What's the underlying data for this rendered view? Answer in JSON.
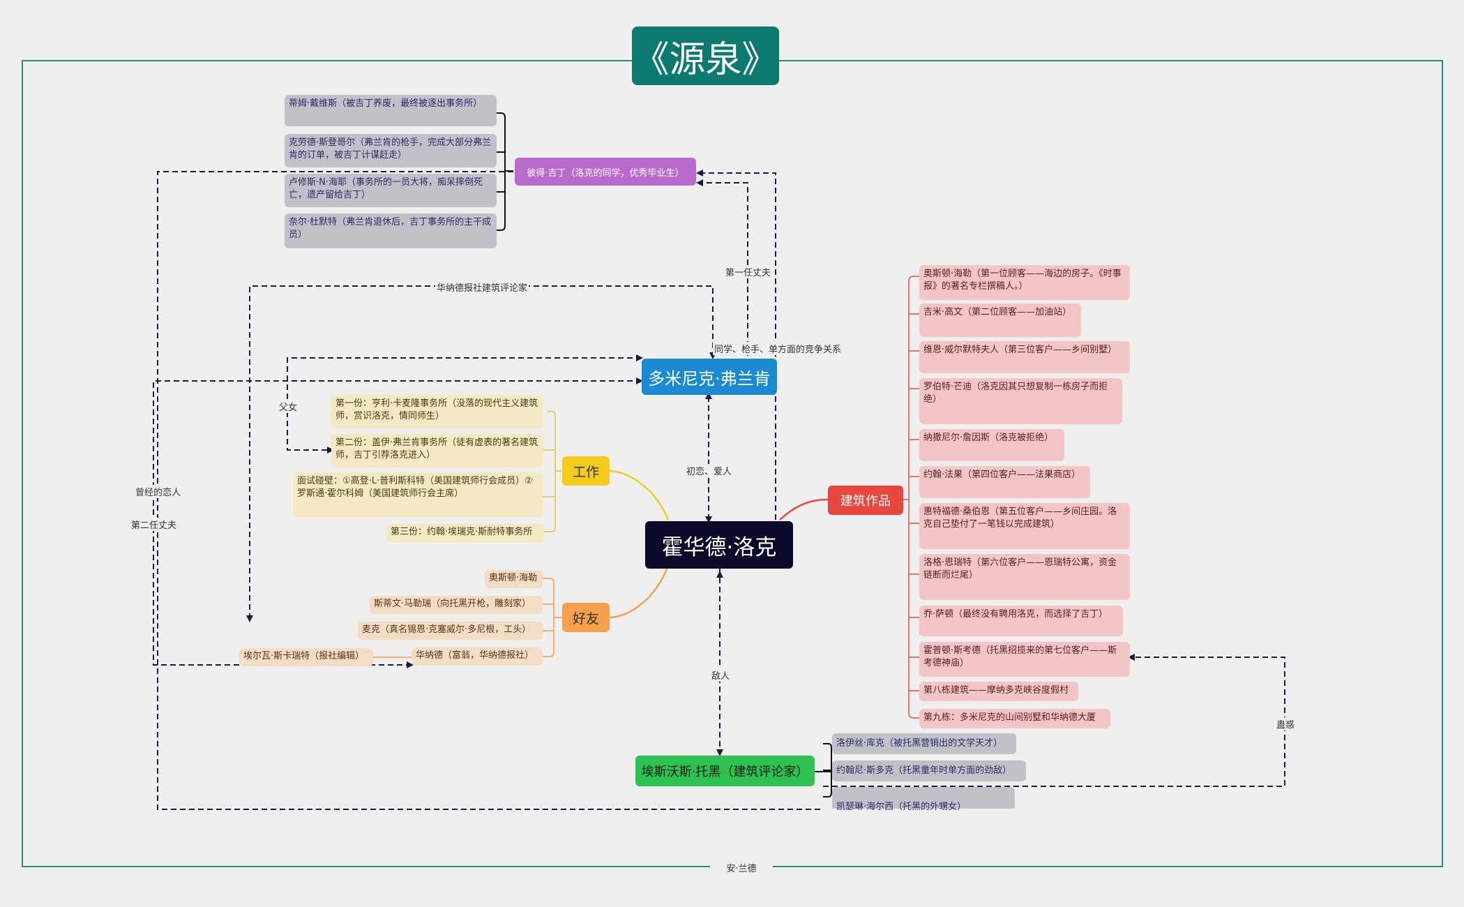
{
  "title": "《源泉》",
  "author": "安·兰德",
  "center": "霍华德·洛克",
  "dominique": "多米尼克·弗兰肯",
  "peter": "彼得·吉丁（洛克的同学，优秀毕业生）",
  "toohey": "埃斯沃斯·托黑（建筑评论家）",
  "branches": {
    "work": "工作",
    "friends": "好友",
    "works": "建筑作品"
  },
  "peter_items": [
    "蒂姆·戴维斯（被吉丁养废，最终被逐出事务所）",
    "克劳德·斯登哥尔（弗兰肯的枪手，完成大部分弗兰肯的订单，被吉丁计谋赶走）",
    "卢修斯·N·海耶（事务所的一员大将，痴呆摔倒死亡，遗产留给吉丁）",
    "奈尔·杜默特（弗兰肯退休后，吉丁事务所的主干成员）"
  ],
  "work_items": [
    "第一份：亨利·卡麦隆事务所（没落的现代主义建筑师，赏识洛克，情同师生）",
    "第二份：盖伊·弗兰肯事务所（徒有虚表的著名建筑师，吉丁引荐洛克进入）",
    "面试碰壁：①高登·L·普利斯科特（美国建筑师行会成员）②罗斯通·霍尔科姆（美国建筑师行会主席）",
    "第三份：约翰·埃瑞克·斯耐特事务所"
  ],
  "friend_items": [
    "奥斯顿·海勒",
    "斯蒂文·马勒瑞（向托黑开枪，雕刻家）",
    "麦克（真名锡恩·克塞威尔·多尼根，工头）",
    "华纳德（富翁，华纳德报社）"
  ],
  "alvah": "埃尔瓦·斯卡瑞特（报社编辑）",
  "works_items": [
    "奥斯顿·海勒（第一位顾客——海边的房子。《时事报》的著名专栏撰稿人。）",
    "吉米·高文（第二位顾客——加油站）",
    "维恩·威尔默特夫人（第三位客户——乡间别墅）",
    "罗伯特·芒迪（洛克因其只想复制一栋房子而拒绝）",
    "纳撒尼尔·詹因斯（洛克被拒绝）",
    "约翰·法果（第四位客户——法果商店）",
    "惠特福德·桑伯恩（第五位客户——乡间庄园。洛克自己垫付了一笔钱以完成建筑）",
    "洛格·恩瑞特（第六位客户——恩瑞特公寓，资金链断而烂尾）",
    "乔·萨顿（最终没有聘用洛克，而选择了吉丁）",
    "霍普顿·斯考德（托黑招揽来的第七位客户——斯考德神庙）",
    "第八栋建筑——摩纳多克峡谷度假村",
    "第九栋：多米尼克的山间别墅和华纳德大厦"
  ],
  "toohey_items": [
    "洛伊丝·库克（被托黑营销出的文学天才）",
    "约翰尼·斯多克（托黑童年时单方面的劲敌）",
    "凯瑟琳·海尔西（托黑的外甥女）"
  ],
  "labels": {
    "critic": "华纳德报社建筑评论家",
    "first_husband": "第一任丈夫",
    "classmate": "同学、枪手、单方面的竞争关系",
    "father": "父女",
    "first_love": "初恋、爱人",
    "ex_lover": "曾经的恋人",
    "second_husband": "第二任丈夫",
    "enemy": "敌人",
    "bewitch": "蛊惑"
  },
  "colors": {
    "teal": "#0b7a6f",
    "center": "#0c0a2a",
    "blue": "#1b8ad3",
    "purple": "#b86bcb",
    "green": "#2bc250",
    "yellow": "#f2cb1d",
    "orange": "#f5a04d",
    "red": "#e8473f"
  }
}
